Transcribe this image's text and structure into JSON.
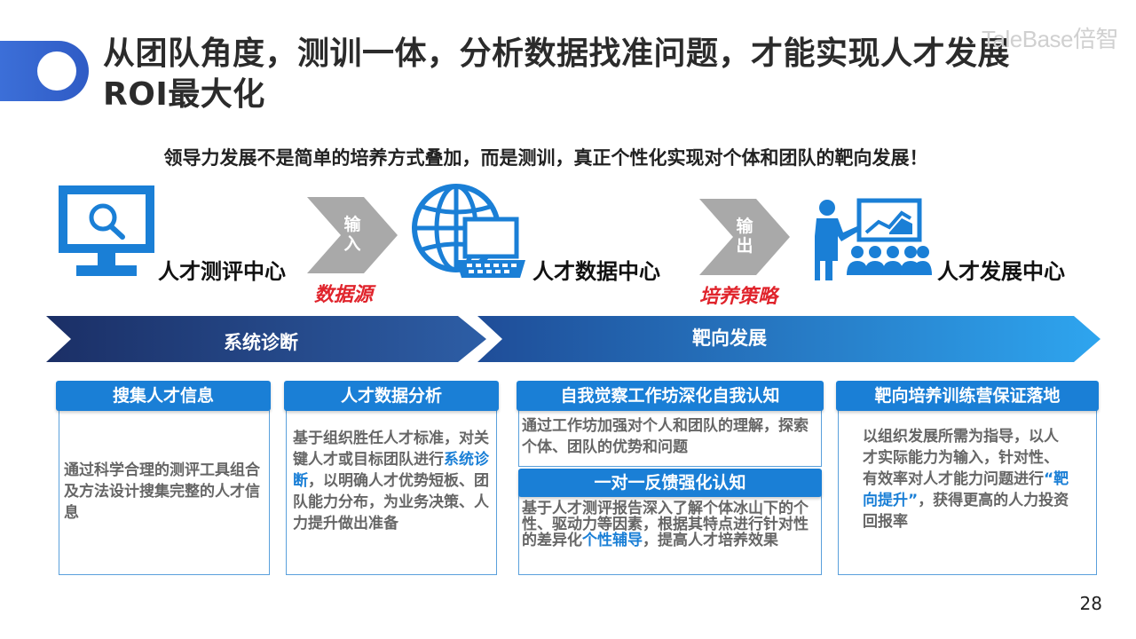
{
  "header": {
    "title": "从团队角度，测训一体，分析数据找准问题，才能实现人才发展ROI最大化",
    "logo": "TaleBase倍智"
  },
  "subtitle": "领导力发展不是简单的培养方式叠加，而是测训，真正个性化实现对个体和团队的靶向发展！",
  "flow": {
    "node1": "人才测评中心",
    "arrow1": "输入",
    "label1": "数据源",
    "node2": "人才数据中心",
    "arrow2": "输出",
    "label2": "培养策略",
    "node3": "人才发展中心"
  },
  "band": {
    "left": "系统诊断",
    "right": "靶向发展"
  },
  "boxes": {
    "b1": {
      "head": "搜集人才信息",
      "body": "通过科学合理的测评工具组合及方法设计搜集完整的人才信息"
    },
    "b2": {
      "head": "人才数据分析",
      "body_pre": "基于组织胜任人才标准，对关键人才或目标团队进行",
      "body_hl": "系统诊断",
      "body_post": "，以明确人才优势短板、团队能力分布，为业务决策、人力提升做出准备"
    },
    "b3": {
      "head": "自我觉察工作坊深化自我认知",
      "body": "通过工作坊加强对个人和团队的理解，探索个体、团队的优势和问题",
      "sub_head": "一对一反馈强化认知",
      "sub_pre": "基于人才测评报告深入了解个体冰山下的个性、驱动力等因素，根据其特点进行针对性的差异化",
      "sub_hl": "个性辅导",
      "sub_post": "，提高人才培养效果"
    },
    "b4": {
      "head": "靶向培养训练营保证落地",
      "body_pre": "以组织发展所需为指导，以人才实际能力为输入，针对性、有效率对人才能力问题进行",
      "body_hl": "“靶向提升”",
      "body_post": "，获得更高的人力投资回报率"
    }
  },
  "page_number": "28",
  "colors": {
    "accent_blue": "#1a7fd6",
    "dark_navy": "#1e3a74",
    "red": "#e0242c"
  }
}
